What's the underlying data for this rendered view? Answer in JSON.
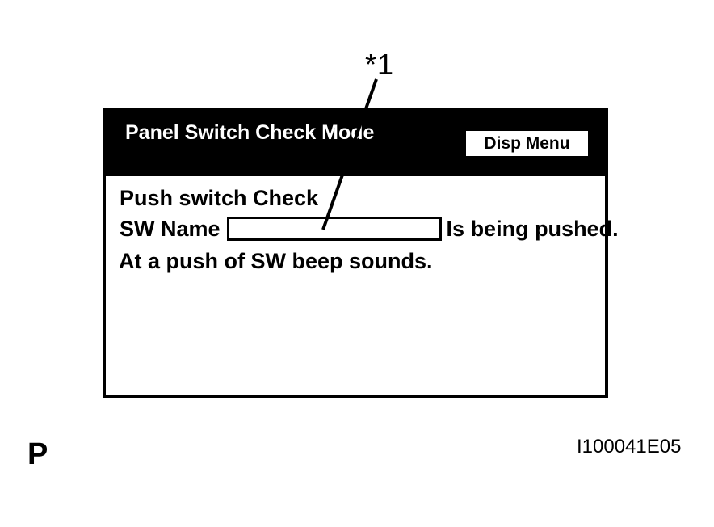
{
  "page": {
    "callout_label": "*1",
    "footer_letter": "P",
    "figure_code": "I100041E05"
  },
  "screen": {
    "header": {
      "title": "Panel Switch Check Mode",
      "disp_menu_label": "Disp Menu"
    },
    "body": {
      "check_title": "Push switch Check",
      "sw_name_label": "SW Name",
      "sw_name_value": "",
      "pushed_suffix": "Is being pushed.",
      "beep_note": "At a push of SW beep sounds."
    }
  },
  "colors": {
    "background": "#ffffff",
    "foreground": "#000000",
    "header_bg": "#000000",
    "header_text": "#ffffff",
    "button_bg": "#ffffff",
    "button_text": "#000000"
  }
}
